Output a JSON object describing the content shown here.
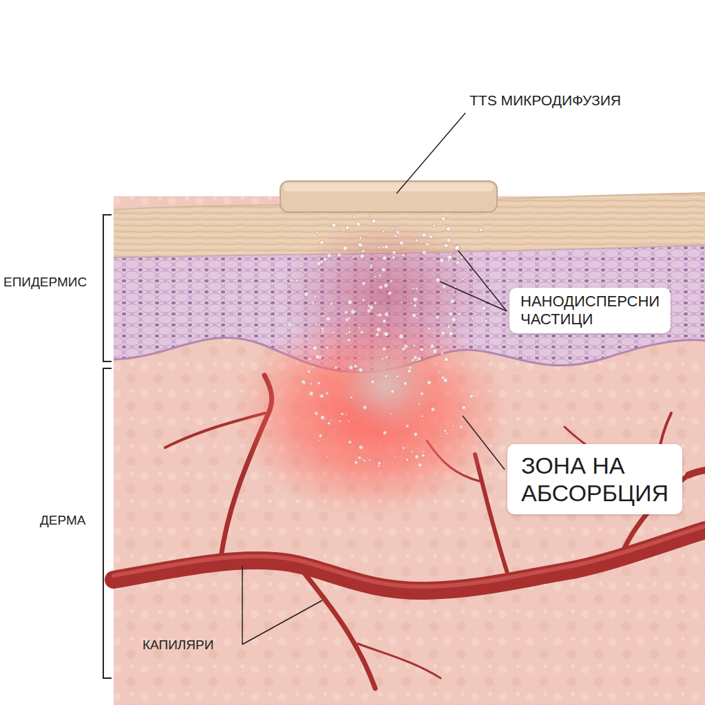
{
  "diagram": {
    "nodes": [
      {
        "text": [
          "НАНОДИСПЕРСНИ ЧАСТИЦИ"
        ]
      },
      {
        "text": [
          "ЗОНА НА АБСОРБЦИЯ"
        ]
      }
    ],
    "labels": [
      "TTS МИКРОДИФУЗИЯ",
      "ЕПИДЕРМИС",
      "ДЕРМА",
      "КАПИЛЯРИ"
    ]
  }
}
